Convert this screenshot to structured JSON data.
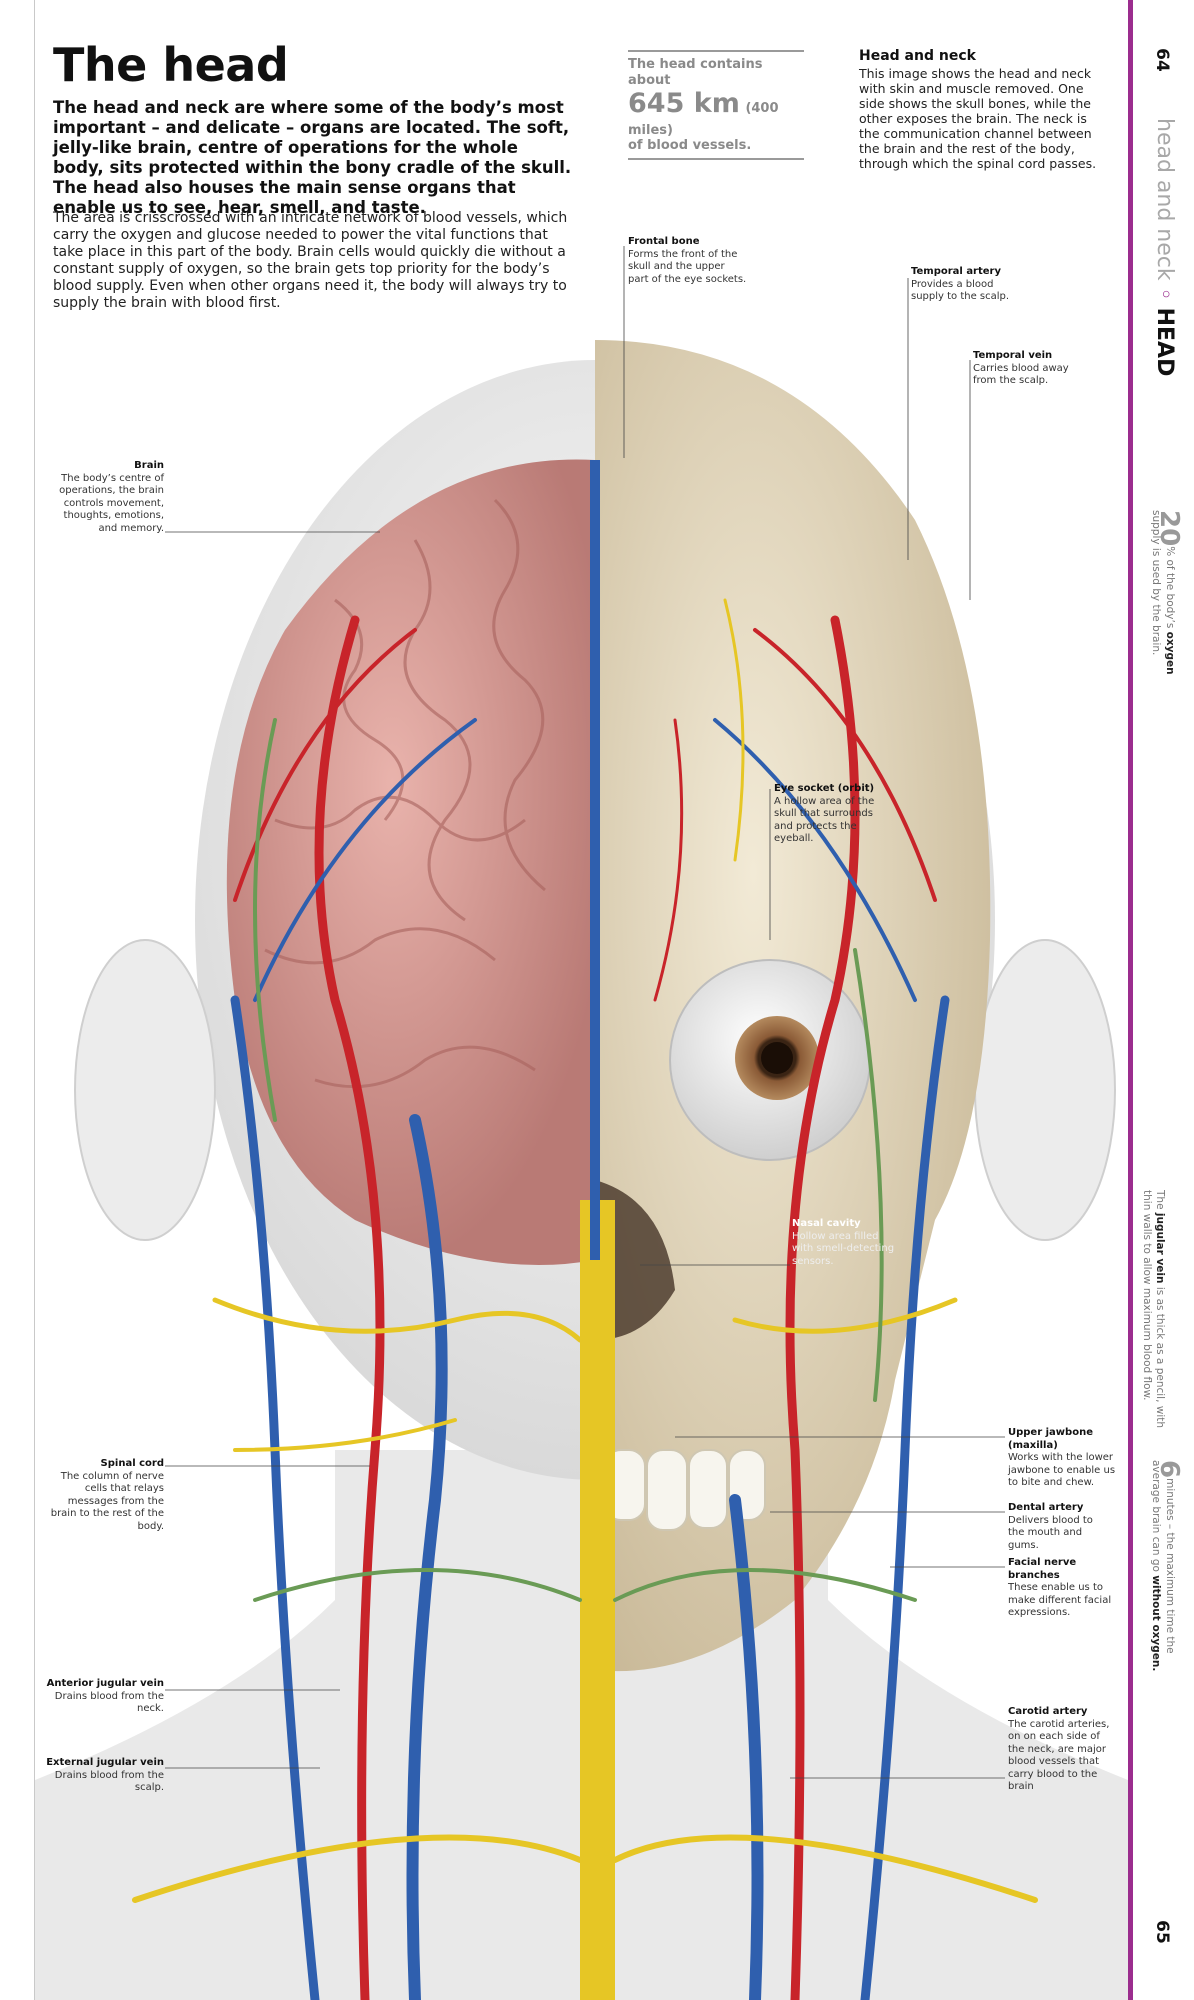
{
  "title": "The head",
  "intro_bold": "The head and neck are where some of the body’s most important – and delicate – organs are located. The soft, jelly-like brain, centre of operations for the whole body, sits protected within the bony cradle of the skull. The head also houses the main sense organs that enable us to see, hear, smell, and taste.",
  "intro_body": "The area is crisscrossed with an intricate network of blood vessels, which carry the oxygen and glucose needed to power the vital functions that take place in this part of the body. Brain cells would quickly die without a constant supply of oxygen, so the brain gets top priority for the body’s blood supply. Even when other organs need it, the body will always try to supply the brain with blood first.",
  "fact": {
    "line1": "The head contains about",
    "big": "645 km",
    "small": "(400 miles)",
    "line3": "of blood vessels."
  },
  "head_and_neck": {
    "title": "Head and neck",
    "body": "This image shows the head and neck with skin and muscle removed. One side shows the skull bones, while the other exposes the brain. The neck is the communication channel between the brain and the rest of the body, through which the spinal cord passes."
  },
  "callouts": {
    "frontal_bone": {
      "title": "Frontal bone",
      "text": "Forms the front of the skull and the upper part of the eye sockets."
    },
    "temporal_artery": {
      "title": "Temporal artery",
      "text": "Provides a blood supply to the scalp."
    },
    "temporal_vein": {
      "title": "Temporal vein",
      "text": "Carries blood away from the scalp."
    },
    "brain": {
      "title": "Brain",
      "text": "The body’s centre of operations, the brain controls movement, thoughts, emotions, and memory."
    },
    "eye_socket": {
      "title": "Eye socket (orbit)",
      "text": "A hollow area of the skull that surrounds and protects the eyeball."
    },
    "nasal_cavity": {
      "title": "Nasal cavity",
      "text": "Hollow area filled with smell-detecting sensors."
    },
    "upper_jawbone": {
      "title": "Upper jawbone (maxilla)",
      "text": "Works with the lower jawbone to enable us to bite and chew."
    },
    "spinal_cord": {
      "title": "Spinal cord",
      "text": "The column of nerve cells that relays messages from the brain to the rest of the body."
    },
    "dental_artery": {
      "title": "Dental artery",
      "text": "Delivers blood to the mouth and gums."
    },
    "facial_nerve": {
      "title": "Facial nerve branches",
      "text": "These enable us to make different facial expressions."
    },
    "anterior_jugular": {
      "title": "Anterior jugular vein",
      "text": "Drains blood from the neck."
    },
    "carotid": {
      "title": "Carotid artery",
      "text": "The carotid arteries, on on each side of the neck, are major blood vessels that carry blood to the brain"
    },
    "external_jugular": {
      "title": "External jugular vein",
      "text": "Drains blood from the scalp."
    }
  },
  "sidebar": {
    "page_top": "64",
    "page_bottom": "65",
    "section_light": "head and neck",
    "section_strong": "HEAD",
    "stat1": {
      "num": "20",
      "pre": "% of the body’s ",
      "bold": "oxygen",
      "line2": "supply is used by the brain."
    },
    "stat2": {
      "pre": "The ",
      "bold": "jugular vein",
      "post": " is as thick as a pencil, with",
      "line2": "thin walls to allow maximum blood flow."
    },
    "stat3": {
      "num": "6",
      "line1": "minutes – the maximum time the",
      "pre2": "average brain can go ",
      "bold2": "without oxygen."
    }
  },
  "colors": {
    "accent": "#9b2d8e",
    "artery": "#c8242a",
    "vein": "#2f5fae",
    "nerve": "#e6c625",
    "lymph": "#6a9b55",
    "bone": "#e7dcc2",
    "brain": "#d89a94"
  }
}
